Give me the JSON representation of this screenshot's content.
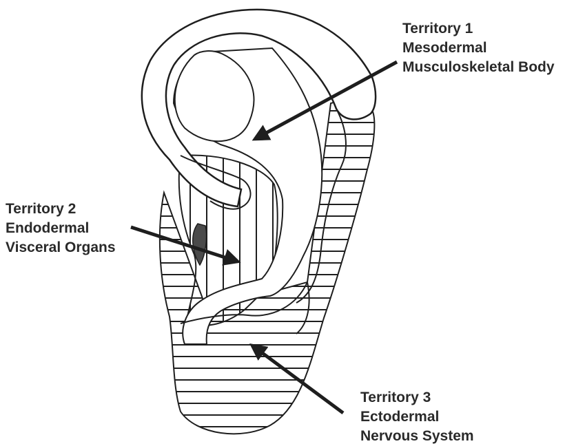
{
  "territories": [
    {
      "lines": [
        "Territory 1",
        "Mesodermal",
        "Musculoskeletal Body"
      ]
    },
    {
      "lines": [
        "Territory 2",
        "Endodermal",
        "Visceral Organs"
      ]
    },
    {
      "lines": [
        "Territory 3",
        "Ectodermal",
        "Nervous System"
      ]
    }
  ],
  "colors": {
    "ink": "#1e1e1e",
    "text": "#2a2a2a",
    "visceral_patch": "#4a4a4a",
    "background": "#ffffff"
  }
}
